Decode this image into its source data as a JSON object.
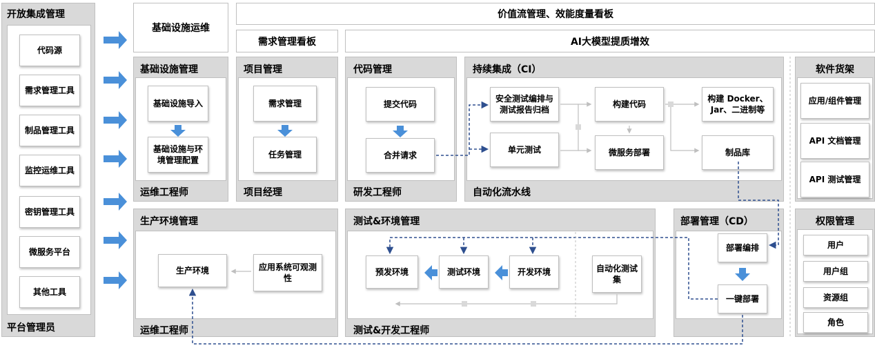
{
  "left": {
    "title": "开放集成管理",
    "items": [
      "代码源",
      "需求管理工具",
      "制品管理工具",
      "监控运维工具",
      "密钥管理工具",
      "微服务平台",
      "其他工具"
    ],
    "footer": "平台管理员"
  },
  "top": {
    "infra_ops": "基础设施运维",
    "value_stream": "价值流管理、效能度量看板",
    "req_board": "需求管理看板",
    "ai": "AI大模型提质增效"
  },
  "infra": {
    "title": "基础设施管理",
    "n1": "基础设施导入",
    "n2": "基础设施与环境管理配置",
    "footer": "运维工程师"
  },
  "project": {
    "title": "项目管理",
    "n1": "需求管理",
    "n2": "任务管理",
    "footer": "项目经理"
  },
  "code": {
    "title": "代码管理",
    "n1": "提交代码",
    "n2": "合并请求",
    "footer": "研发工程师"
  },
  "ci": {
    "title": "持续集成（CI）",
    "n_security": "安全测试编排与测试报告归档",
    "n_unit": "单元测试",
    "n_build": "构建代码",
    "n_micro": "微服务部署",
    "n_docker": "构建 Docker、Jar、二进制等",
    "n_artifact": "制品库",
    "footer": "自动化流水线"
  },
  "shelf": {
    "title": "软件货架",
    "items": [
      "应用/组件管理",
      "API 文档管理",
      "API 测试管理"
    ]
  },
  "prod": {
    "title": "生产环境管理",
    "n_env": "生产环境",
    "n_obs": "应用系统可观测性",
    "footer": "运维工程师"
  },
  "test": {
    "title": "测试&环境管理",
    "n_pre": "预发环境",
    "n_test": "测试环境",
    "n_dev": "开发环境",
    "n_auto": "自动化测试集",
    "footer": "测试&开发工程师"
  },
  "cd": {
    "title": "部署管理（CD）",
    "n_orch": "部署编排",
    "n_deploy": "一键部署"
  },
  "perm": {
    "title": "权限管理",
    "items": [
      "用户",
      "用户组",
      "资源组",
      "角色"
    ]
  },
  "colors": {
    "panel": "#d9d9d9",
    "arrow_blue": "#4a90d9",
    "dash_blue": "#2e4f8f",
    "gray": "#bfbfbf"
  }
}
